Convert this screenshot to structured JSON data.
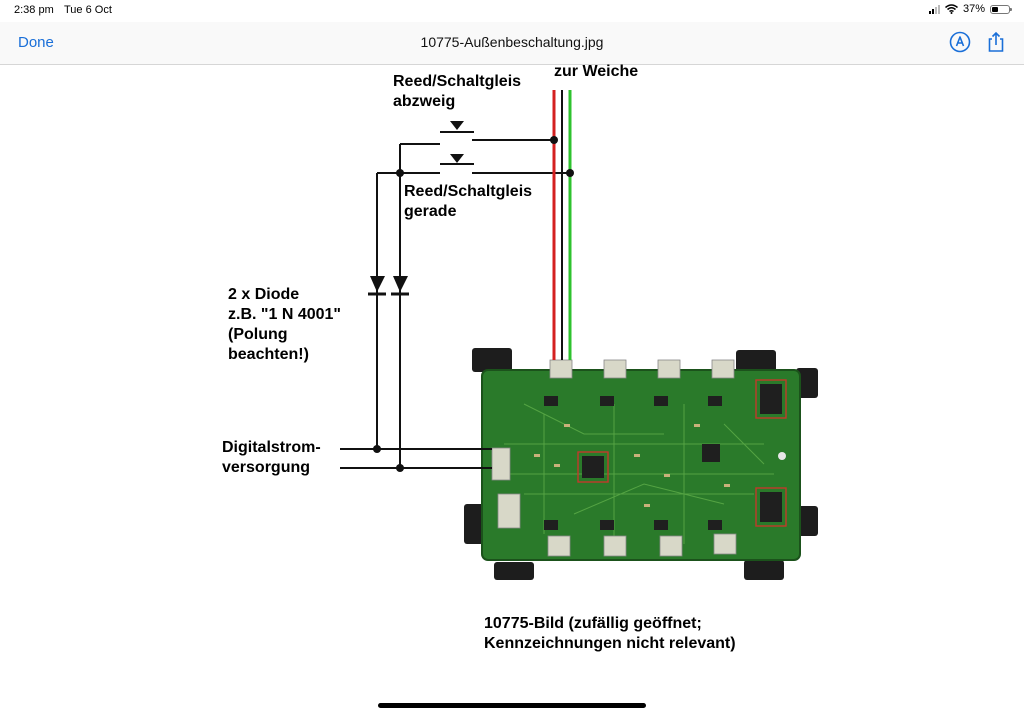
{
  "status_bar": {
    "time": "2:38 pm",
    "date": "Tue 6 Oct",
    "battery": "37%",
    "battery_level": 0.37,
    "icons": [
      "signal-icon",
      "wifi-icon",
      "battery-icon"
    ]
  },
  "nav": {
    "done_label": "Done",
    "title": "10775-Außenbeschaltung.jpg",
    "accent_color": "#1a6fd8",
    "icons": [
      "markup-icon",
      "share-icon"
    ]
  },
  "diagram": {
    "label_weiche": "zur Weiche",
    "label_reed_abzweig": "Reed/Schaltgleis\nabzweig",
    "label_reed_gerade": "Reed/Schaltgleis\ngerade",
    "label_diode": "2 x Diode\nz.B. \"1 N 4001\"\n(Polung\nbeachten!)",
    "label_digital": "Digitalstrom-\nversorgung",
    "caption": "10775-Bild (zufällig geöffnet;\nKennzeichnungen nicht relevant)",
    "wire_colors": {
      "red": "#d42020",
      "green": "#2ec22e",
      "black": "#111111"
    },
    "pcb_color": "#2a7a2a"
  }
}
